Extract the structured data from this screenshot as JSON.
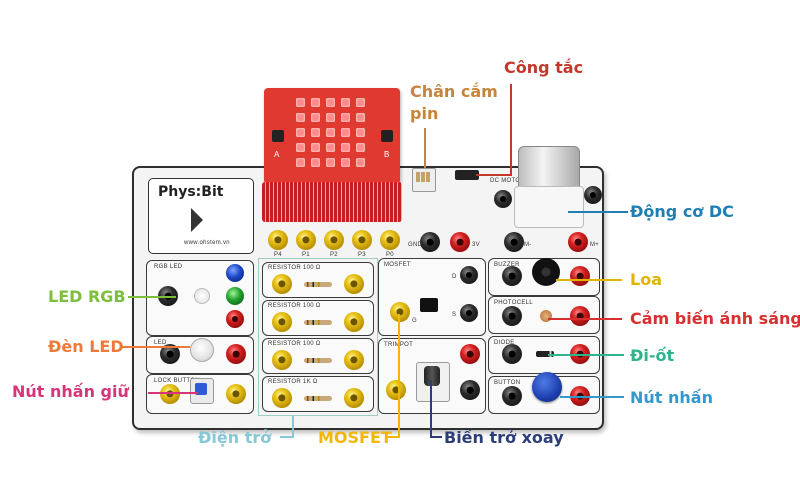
{
  "board": {
    "brand": "Phys:Bit",
    "website": "www.ohstem.vn",
    "pin_labels": [
      "P4",
      "P1",
      "P2",
      "P3",
      "P0"
    ],
    "microbit_labels": {
      "a": "A",
      "b": "B"
    },
    "module_labels": {
      "rgb_led": "RGB LED",
      "led": "LED",
      "lock_button": "LOCK BUTTON",
      "resistor_1": "RESISTOR 100 Ω",
      "resistor_2": "RESISTOR 100 Ω",
      "resistor_3": "RESISTOR 100 Ω",
      "resistor_4": "RESISTOR 1K Ω",
      "mosfet": "MOSFET",
      "trimpot": "TRIMPOT",
      "dc_motor": "DC MOTOR",
      "buzzer": "BUZZER",
      "photocell": "PHOTOCELL",
      "diode": "DIODE",
      "button": "BUTTON",
      "gnd": "GND",
      "power": "3V",
      "motor_minus": "M-",
      "motor_plus": "M+",
      "mosfet_g": "G",
      "mosfet_d": "D",
      "mosfet_s": "S"
    }
  },
  "callouts": {
    "cong_tac": "Công tắc",
    "chan_cam_pin_1": "Chân cắm",
    "chan_cam_pin_2": "pin",
    "dong_co_dc": "Động cơ DC",
    "loa": "Loa",
    "cam_bien_anh_sang": "Cảm biến ánh sáng",
    "di_ot": "Đi-ốt",
    "nut_nhan": "Nút nhấn",
    "led_rgb": "LED RGB",
    "den_led": "Đèn LED",
    "nut_nhan_giu": "Nút nhấn giữ",
    "dien_tro": "Điện trở",
    "mosfet": "MOSFET",
    "bien_tro_xoay": "Biến trở xoay"
  },
  "colors": {
    "cong_tac": "#c0392b",
    "chan_cam_pin": "#c8843a",
    "dong_co_dc": "#1f7fb5",
    "loa": "#e0b400",
    "cam_bien_anh_sang": "#d63030",
    "di_ot": "#2eb38c",
    "nut_nhan": "#3399cc",
    "led_rgb": "#7cbf3a",
    "den_led": "#ee7a3a",
    "nut_nhan_giu": "#d6357a",
    "dien_tro": "#86c8d6",
    "mosfet": "#f2b705",
    "bien_tro_xoay": "#2c3e7a"
  }
}
